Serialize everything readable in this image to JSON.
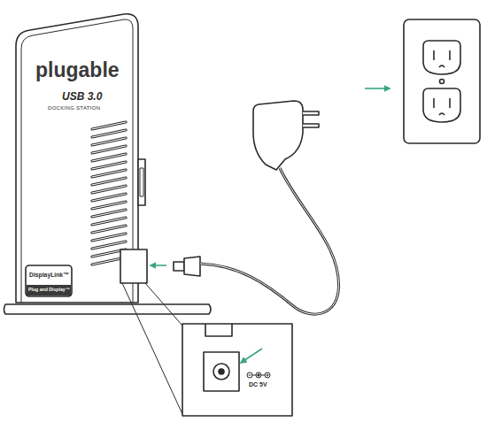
{
  "diagram": {
    "labels": [
      "plugable",
      "USB 3.0",
      "DOCKING STATION",
      "DisplayLink™",
      "Plug and Display™",
      "DC 5V"
    ]
  }
}
